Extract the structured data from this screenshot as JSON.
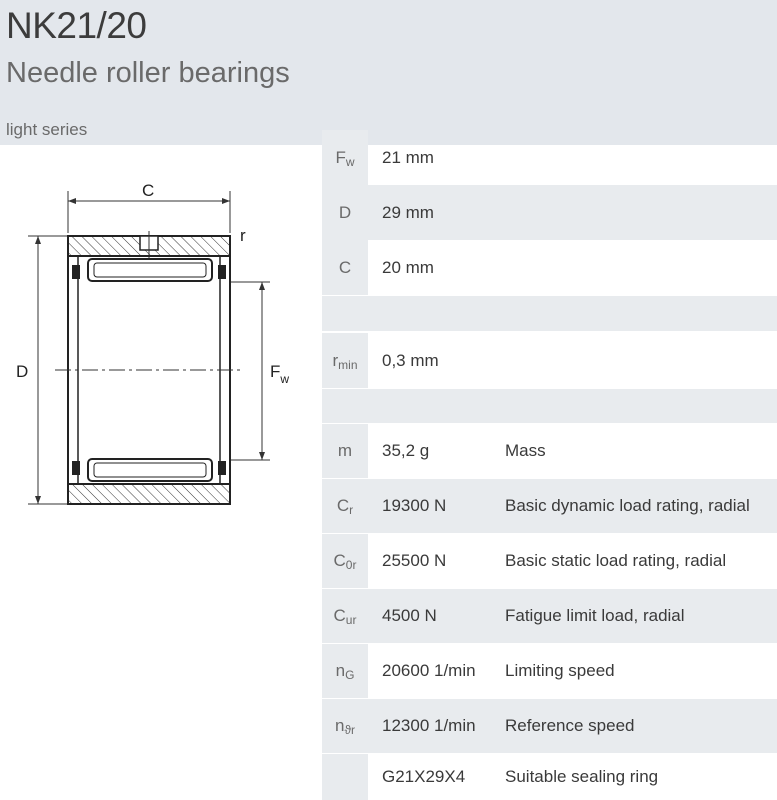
{
  "header": {
    "title": "NK21/20",
    "subtitle": "Needle roller bearings",
    "series": "light series"
  },
  "drawing": {
    "label_c": "C",
    "label_r": "r",
    "label_d": "D",
    "label_fw_main": "F",
    "label_fw_sub": "w"
  },
  "dimensions": [
    {
      "sym_main": "F",
      "sym_sub": "w",
      "value": "21  mm"
    },
    {
      "sym_main": "D",
      "sym_sub": "",
      "value": "29  mm"
    },
    {
      "sym_main": "C",
      "sym_sub": "",
      "value": "20  mm"
    }
  ],
  "radius": {
    "sym_main": "r",
    "sym_sub": "min",
    "value": "0,3  mm"
  },
  "properties": [
    {
      "sym_main": "m",
      "sym_sub": "",
      "value": "35,2  g",
      "desc": "Mass"
    },
    {
      "sym_main": "C",
      "sym_sub": "r",
      "value": "19300  N",
      "desc": "Basic dynamic load rating, radial"
    },
    {
      "sym_main": "C",
      "sym_sub": "0r",
      "value": "25500  N",
      "desc": "Basic static load rating, radial"
    },
    {
      "sym_main": "C",
      "sym_sub": "ur",
      "value": "4500  N",
      "desc": "Fatigue limit load, radial"
    },
    {
      "sym_main": "n",
      "sym_sub": "G",
      "value": "20600  1/min",
      "desc": "Limiting speed"
    },
    {
      "sym_main": "n",
      "sym_sub": "ϑr",
      "value": "12300  1/min",
      "desc": "Reference speed"
    },
    {
      "sym_main": "",
      "sym_sub": "",
      "value": "G21X29X4",
      "desc": "Suitable sealing ring"
    }
  ]
}
